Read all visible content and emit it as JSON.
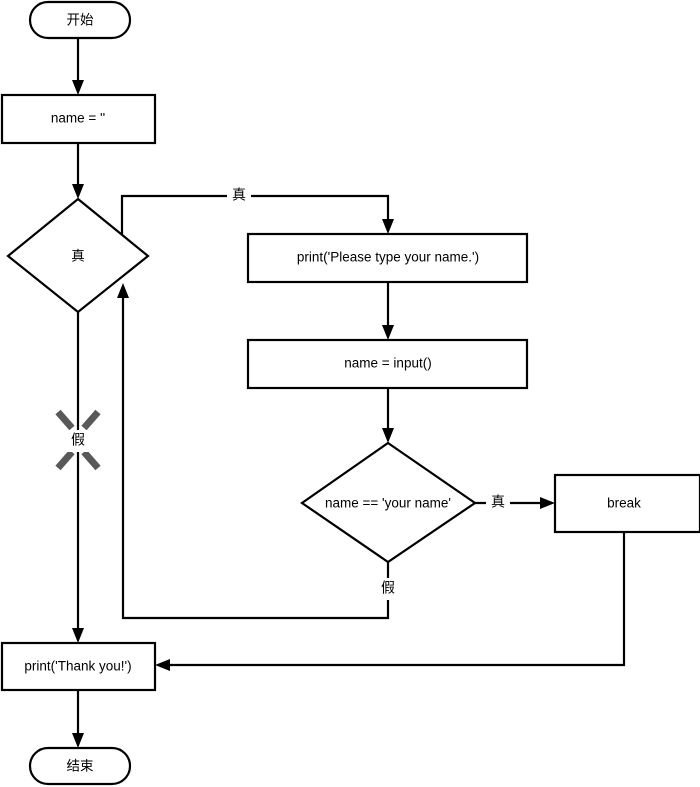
{
  "diagram": {
    "title": "while loop flowchart",
    "type": "flowchart",
    "colors": {
      "stroke": "#000000",
      "fill": "#ffffff",
      "jump_marker": "#595959"
    },
    "nodes": [
      {
        "id": "start",
        "shape": "terminal",
        "label": "开始"
      },
      {
        "id": "init",
        "shape": "process",
        "label": "name = ''"
      },
      {
        "id": "while-cond",
        "shape": "decision",
        "label": "真"
      },
      {
        "id": "print-prompt",
        "shape": "process",
        "label": "print('Please type your name.')"
      },
      {
        "id": "read-input",
        "shape": "process",
        "label": "name = input()"
      },
      {
        "id": "check-name",
        "shape": "decision",
        "label": "name == 'your name'"
      },
      {
        "id": "break",
        "shape": "process",
        "label": "break"
      },
      {
        "id": "print-thanks",
        "shape": "process",
        "label": "print('Thank you!')"
      },
      {
        "id": "end",
        "shape": "terminal",
        "label": "结束"
      }
    ],
    "edges": [
      {
        "id": "start-to-init",
        "from": "start",
        "to": "init",
        "label": ""
      },
      {
        "id": "init-to-while",
        "from": "init",
        "to": "while-cond",
        "label": ""
      },
      {
        "id": "while-true",
        "from": "while-cond",
        "to": "print-prompt",
        "label": "真"
      },
      {
        "id": "while-false",
        "from": "while-cond",
        "to": "print-thanks",
        "label": "假"
      },
      {
        "id": "prompt-to-input",
        "from": "print-prompt",
        "to": "read-input",
        "label": ""
      },
      {
        "id": "input-to-check",
        "from": "read-input",
        "to": "check-name",
        "label": ""
      },
      {
        "id": "check-true",
        "from": "check-name",
        "to": "break",
        "label": "真"
      },
      {
        "id": "check-false",
        "from": "check-name",
        "to": "while-cond",
        "label": "假"
      },
      {
        "id": "break-to-thanks",
        "from": "break",
        "to": "print-thanks",
        "label": ""
      },
      {
        "id": "thanks-to-end",
        "from": "print-thanks",
        "to": "end",
        "label": ""
      }
    ]
  }
}
